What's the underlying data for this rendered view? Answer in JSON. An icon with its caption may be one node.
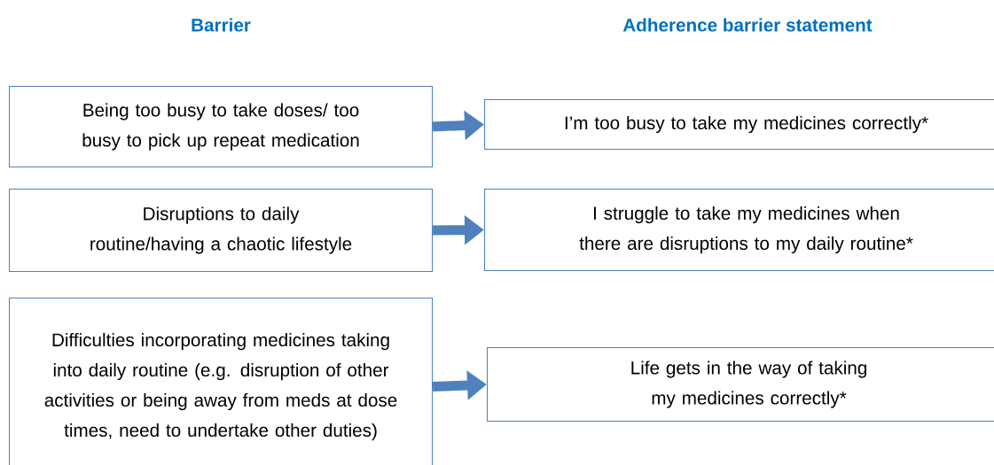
{
  "diagram": {
    "nodes": [
      {
        "text": [
          "Being too busy to take doses/ too busy to pick up repeat medication"
        ]
      },
      {
        "text": [
          "Disruptions to daily routine/having a chaotic lifestyle"
        ]
      },
      {
        "text": [
          "Difficulties incorporating medicines taking into daily routine (e.g. disruption of other activities or being away from meds at dose times, need to undertake other duties)"
        ]
      },
      {
        "text": [
          "I’m too busy to take my medicines correctly*"
        ]
      },
      {
        "text": [
          "I struggle to take my medicines when there are disruptions to my daily routine*"
        ]
      },
      {
        "text": [
          "Life gets in the way of taking my medicines correctly*"
        ]
      }
    ],
    "edges": [
      {
        "from": 0,
        "to": 3,
        "arrow": "to"
      },
      {
        "from": 1,
        "to": 4,
        "arrow": "to"
      },
      {
        "from": 2,
        "to": 5,
        "arrow": "to"
      }
    ],
    "labels": [
      "Barrier",
      "Adherence barrier statement"
    ]
  }
}
